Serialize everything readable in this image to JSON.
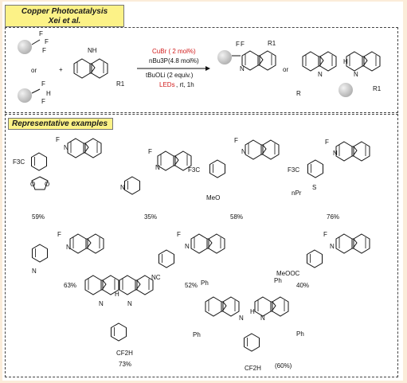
{
  "header": {
    "title_line1": "Copper Photocatalysis",
    "title_line2": "Xei et al."
  },
  "reaction": {
    "or_left": "or",
    "plus": "+",
    "or_right": "or",
    "r1_label": "R1",
    "catalyst": "CuBr ( 2 mol%)",
    "ligand": "nBu3P(4.8 mol%)",
    "base": "tBuOLi (2 equiv.)",
    "conditions_highlight": "LEDs",
    "conditions_rest": ", rt, 1h",
    "nh_label": "NH",
    "cf3_f1": "F",
    "cf3_f2": "F",
    "cf3_f3": "F",
    "chf2_f1": "F",
    "chf2_h": "H",
    "chf2_f2": "F",
    "product_r1": "R1",
    "dimer_r": "R",
    "dimer_r1": "R1",
    "dimer_h": "H"
  },
  "section": {
    "label": "Representative examples"
  },
  "examples": [
    {
      "yield": "59%",
      "substituent": "F3C",
      "extra": "dioxolane"
    },
    {
      "yield": "35%",
      "substituent": "N",
      "extra": "pyridyl"
    },
    {
      "yield": "58%",
      "substituent": "F3C",
      "extra": "MeO"
    },
    {
      "yield": "76%",
      "substituent": "F3C",
      "extra": "nPr-S"
    },
    {
      "yield": "63%",
      "substituent": "N",
      "extra": "pyridyl"
    },
    {
      "yield": "52%",
      "substituent": "NC",
      "extra": ""
    },
    {
      "yield": "40%",
      "substituent": "MeOOC",
      "extra": ""
    },
    {
      "yield": "73%",
      "substituent": "CF2H",
      "extra": ""
    },
    {
      "yield": "(60%)",
      "substituent": "CF2H",
      "extra": "Ph"
    }
  ],
  "atom_labels": {
    "n": "N",
    "f": "F",
    "h": "H",
    "o": "O",
    "s": "S",
    "ph": "Ph",
    "meo": "MeO",
    "nc": "NC",
    "meooc": "MeOOC",
    "f3c": "F3C",
    "cf2h": "CF2H",
    "npr": "nPr"
  }
}
